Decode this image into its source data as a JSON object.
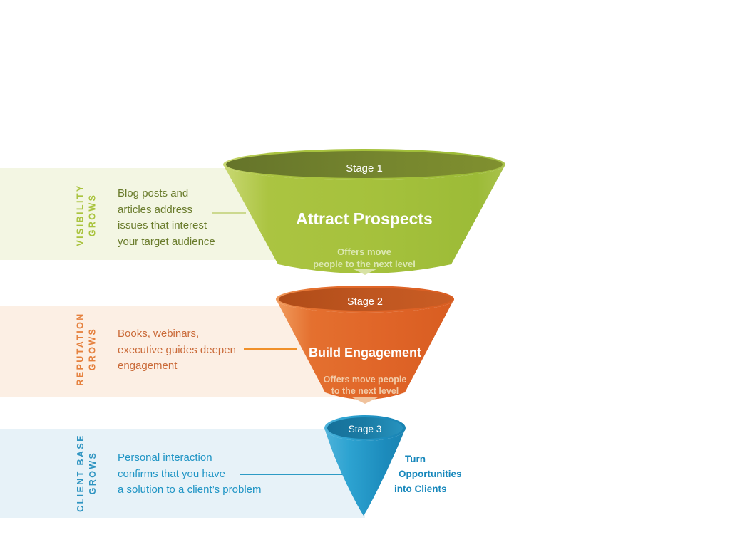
{
  "palette": {
    "stage1_body": "#a5c13c",
    "stage1_top": "#71802c",
    "stage1_band_bg": "#f3f6e3",
    "stage1_label_color": "#a9c33d",
    "stage1_text_color": "#697b2b",
    "stage2_body": "#e06528",
    "stage2_top": "#bb521d",
    "stage2_band_bg": "#fcefe4",
    "stage2_label_color": "#e5803d",
    "stage2_text_color": "#ca6a38",
    "stage3_body": "#1f8fc0",
    "stage3_top": "#1a7ba4",
    "stage3_band_bg": "#e7f2f8",
    "stage3_label_color": "#2e94c1",
    "stage3_text_color": "#2095c5",
    "stage_text_on_funnel": "#ffffff"
  },
  "stages": [
    {
      "stage_label": "Stage 1",
      "title": "Attract Prospects",
      "note_lines": [
        "Offers move",
        "people to the next level"
      ],
      "band_label_lines": [
        "VISIBILITY",
        "GROWS"
      ],
      "band_text_lines": [
        "Blog posts  and",
        "articles address",
        "issues that interest",
        "your target  audience"
      ]
    },
    {
      "stage_label": "Stage 2",
      "title": "Build Engagement",
      "note_lines": [
        "Offers move people",
        "to the next level"
      ],
      "band_label_lines": [
        "REPUTATION",
        "GROWS"
      ],
      "band_text_lines": [
        "Books, webinars,",
        "executive guides deepen",
        "engagement"
      ]
    },
    {
      "stage_label": "Stage 3",
      "side_note_lines": [
        "Turn",
        "Opportunities",
        "into Clients"
      ],
      "band_label_lines": [
        "CLIENT BASE",
        "GROWS"
      ],
      "band_text_lines": [
        "Personal interaction",
        "confirms that you have",
        "a solution to a client’s problem"
      ]
    }
  ]
}
